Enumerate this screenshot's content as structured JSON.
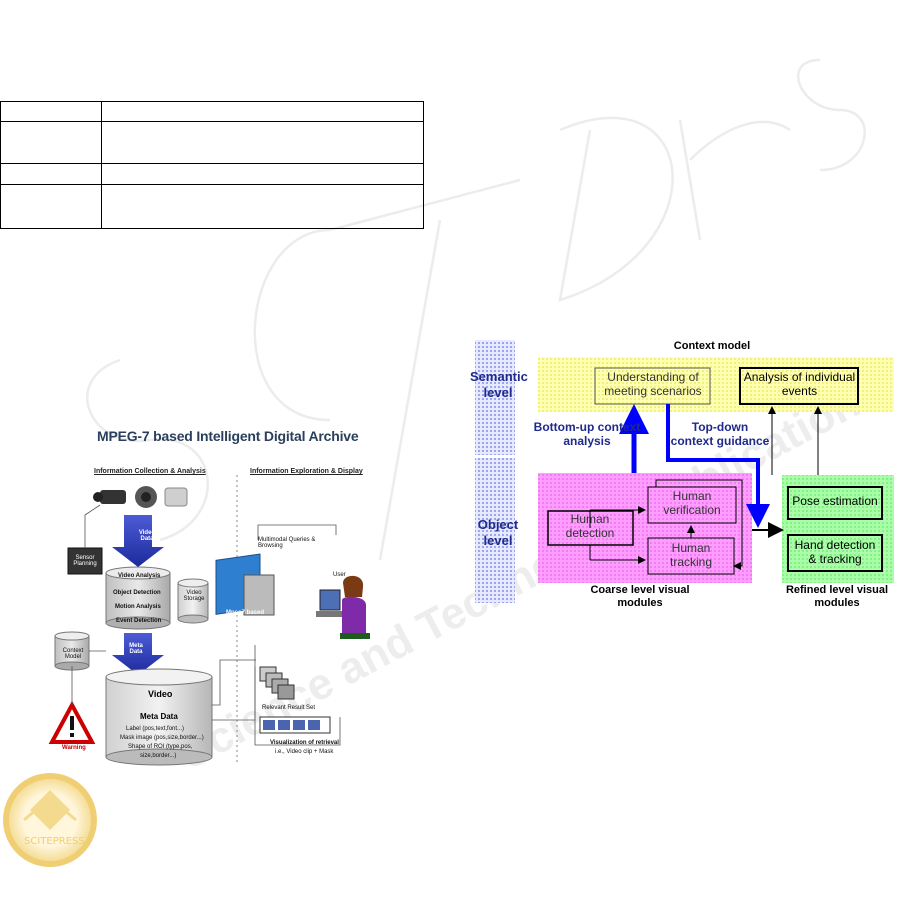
{
  "figure1": {
    "title": "MPEG-7 based Intelligent Digital Archive",
    "left_section": "Information Collection & Analysis",
    "right_section": "Information Exploration & Display",
    "video_data": "Video Data",
    "sensor_planning": "Sensor Planning",
    "video_analysis": "Video Analysis",
    "object_detection": "Object Detection",
    "motion_analysis": "Motion Analysis",
    "event_detection": "Event Detection",
    "video_storage": "Video Storage",
    "context_model": "Context Model",
    "meta_data_arrow": "Meta Data",
    "archive": "Mpeg7 based Indexed Archives",
    "queries": "Multimodal Queries & Browsing",
    "user": "User",
    "db_video": "Video",
    "db_meta": "Meta Data",
    "db_line1": "Label (pos,text,font...)",
    "db_line2": "Mask image (pos,size,border...)",
    "db_line3": "Shape of ROI (type,pos,",
    "db_line4": "size,border...)",
    "warning": "Warning",
    "relevant": "Relevant Result Set",
    "visualization": "Visualization of retrieval",
    "visualization_sub": "i.e., Video clip + Mask"
  },
  "figure2": {
    "context_model": "Context model",
    "semantic_level": "Semantic level",
    "object_level": "Object level",
    "understanding": "Understanding of meeting scenarios",
    "analysis": "Analysis of individual events",
    "bottom_up": "Bottom-up context analysis",
    "top_down": "Top-down context guidance",
    "human_detection": "Human detection",
    "human_verification": "Human verification",
    "human_tracking": "Human tracking",
    "pose_estimation": "Pose estimation",
    "hand_detection": "Hand detection & tracking",
    "coarse": "Coarse level visual modules",
    "refined": "Refined level visual modules"
  },
  "colors": {
    "semantic_band": "#ffff99",
    "object_pink": "#ff99ff",
    "refined_green": "#99ff99",
    "side_blue": "#aab4f0",
    "arrow_blue": "#0000ff"
  }
}
